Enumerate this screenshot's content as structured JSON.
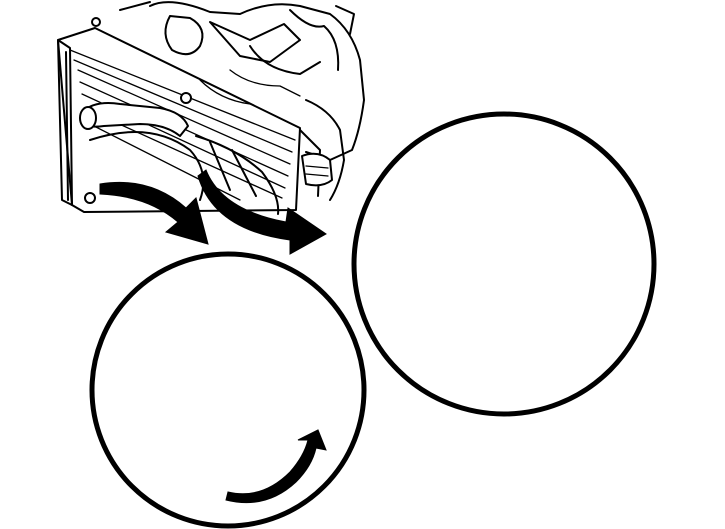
{
  "figure": {
    "background": "#ffffff",
    "ink": "#000000",
    "views": [
      "engine-overview",
      "radiator-drain-detail",
      "engine-block-drain-detail"
    ],
    "arrows": [
      "arrow-to-radiator-detail",
      "arrow-to-block-detail",
      "arrow-drain-direction"
    ]
  }
}
